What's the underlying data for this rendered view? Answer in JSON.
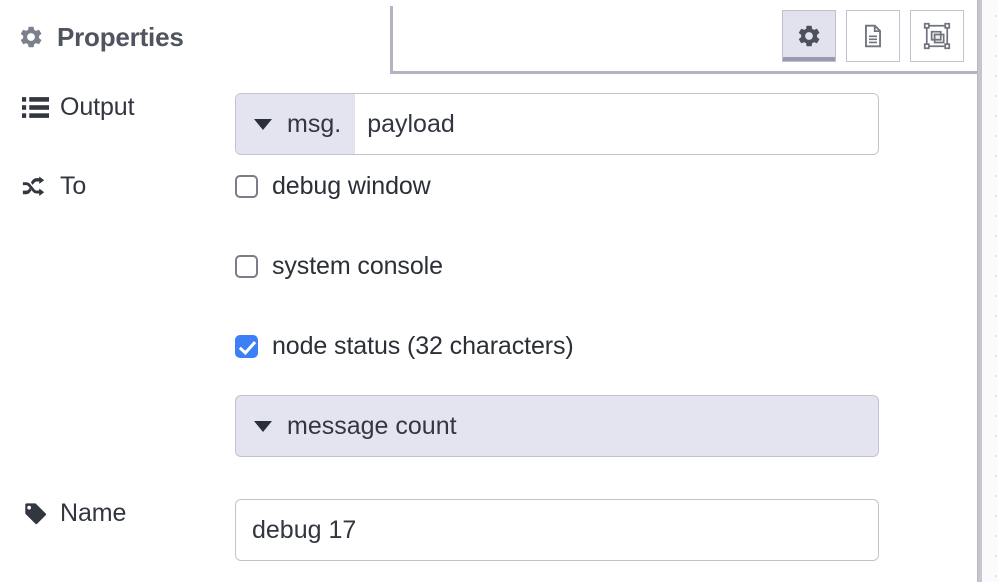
{
  "panel": {
    "tab_title": "Properties",
    "tab_icon": "gear-icon"
  },
  "toolbar": {
    "buttons": [
      {
        "name": "properties-tab-button",
        "icon": "gear-icon",
        "active": true
      },
      {
        "name": "description-tab-button",
        "icon": "document-icon",
        "active": false
      },
      {
        "name": "appearance-tab-button",
        "icon": "appearance-icon",
        "active": false
      }
    ]
  },
  "form": {
    "output": {
      "label": "Output",
      "icon": "list-icon",
      "type_prefix": "msg.",
      "value": "payload",
      "placeholder": "payload"
    },
    "to": {
      "label": "To",
      "icon": "shuffle-icon",
      "options": [
        {
          "label": "debug window",
          "checked": false
        },
        {
          "label": "system console",
          "checked": false
        },
        {
          "label": "node status (32 characters)",
          "checked": true
        }
      ],
      "count_select": "message count"
    },
    "name": {
      "label": "Name",
      "icon": "tag-icon",
      "value": "debug 17",
      "placeholder": "Name"
    }
  },
  "colors": {
    "accent_checked": "#3d7ff4",
    "select_bg": "#e4e4f0",
    "border": "#c3c3cd",
    "text": "#32363f",
    "tab_title": "#50545f"
  }
}
